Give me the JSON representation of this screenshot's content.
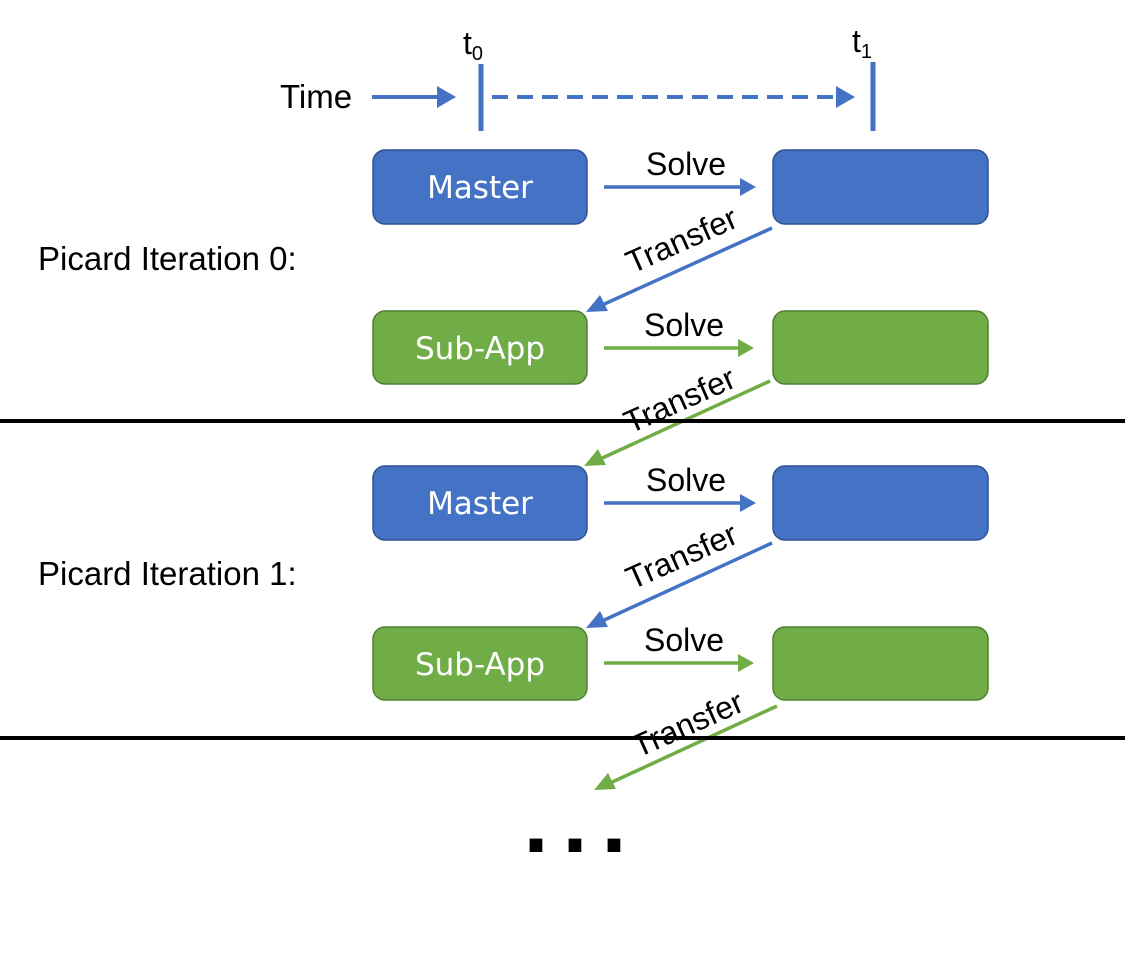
{
  "colors": {
    "blue": "#4472c4",
    "blue_dark": "#2f528f",
    "green": "#70ad47",
    "green_dark": "#4f7f33",
    "black": "#000000"
  },
  "timeline": {
    "label": "Time",
    "t0_base": "t",
    "t0_sub": "0",
    "t1_base": "t",
    "t1_sub": "1"
  },
  "iterations": [
    {
      "label": "Picard Iteration 0:",
      "master_label": "Master",
      "master_solve": "Solve",
      "master_transfer": "Transfer",
      "subapp_label": "Sub-App",
      "subapp_solve": "Solve",
      "subapp_transfer": "Transfer"
    },
    {
      "label": "Picard Iteration 1:",
      "master_label": "Master",
      "master_solve": "Solve",
      "master_transfer": "Transfer",
      "subapp_label": "Sub-App",
      "subapp_solve": "Solve",
      "subapp_transfer": "Transfer"
    }
  ],
  "continuation": "..."
}
